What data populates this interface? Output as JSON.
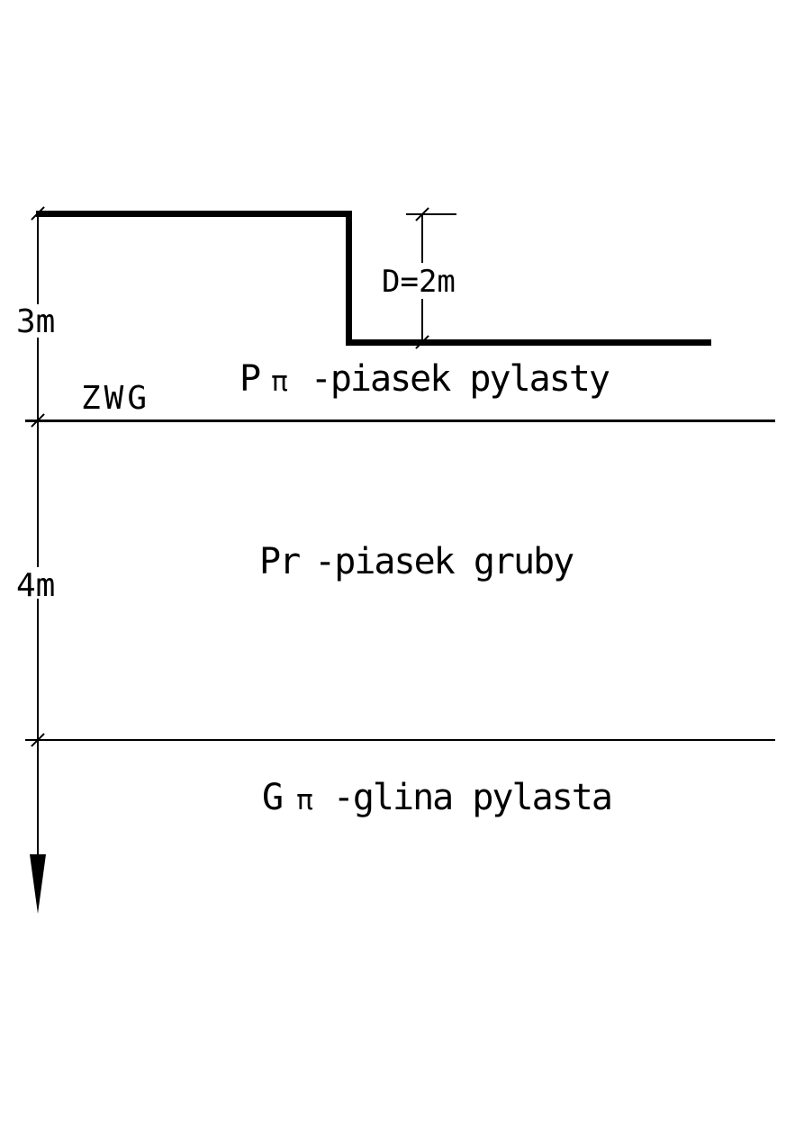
{
  "drawing": {
    "dimensions": {
      "upper_depth": "3m",
      "lower_depth": "4m",
      "excavation_depth": "D=2m",
      "groundwater_label": "ZWG"
    },
    "layers": [
      {
        "symbol": "P",
        "subscript": "π",
        "description": "-piasek pylasty"
      },
      {
        "symbol": "Pr",
        "subscript": "",
        "description": "-piasek gruby"
      },
      {
        "symbol": "G",
        "subscript": "π",
        "description": "-glina pylasta"
      }
    ],
    "colors": {
      "line": "#000000",
      "background": "#ffffff"
    }
  }
}
